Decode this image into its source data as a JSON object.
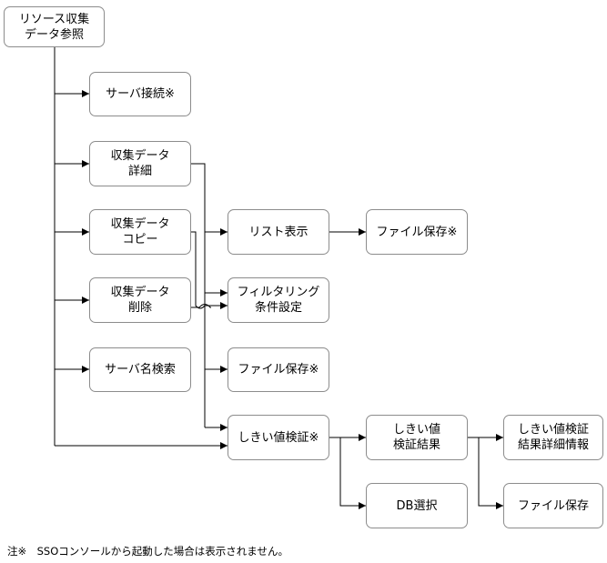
{
  "nodes": {
    "root": "リソース収集\nデータ参照",
    "server_connect": "サーバ接続※",
    "detail": "収集データ\n詳細",
    "copy": "収集データ\nコピー",
    "delete": "収集データ\n削除",
    "server_search": "サーバ名検索",
    "list_display": "リスト表示",
    "file_save_1": "ファイル保存※",
    "filter": "フィルタリング\n条件設定",
    "file_save_2": "ファイル保存※",
    "threshold": "しきい値検証※",
    "threshold_result": "しきい値\n検証結果",
    "db_select": "DB選択",
    "threshold_detail": "しきい値検証\n結果詳細情報",
    "file_save_3": "ファイル保存"
  },
  "footnote": "注※　SSOコンソールから起動した場合は表示されません。"
}
